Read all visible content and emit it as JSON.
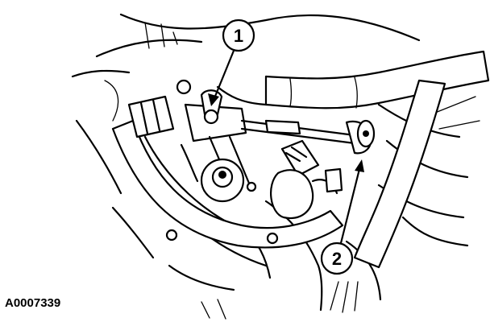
{
  "figure_id": "A0007339",
  "callouts": [
    {
      "label": "1"
    },
    {
      "label": "2"
    }
  ]
}
